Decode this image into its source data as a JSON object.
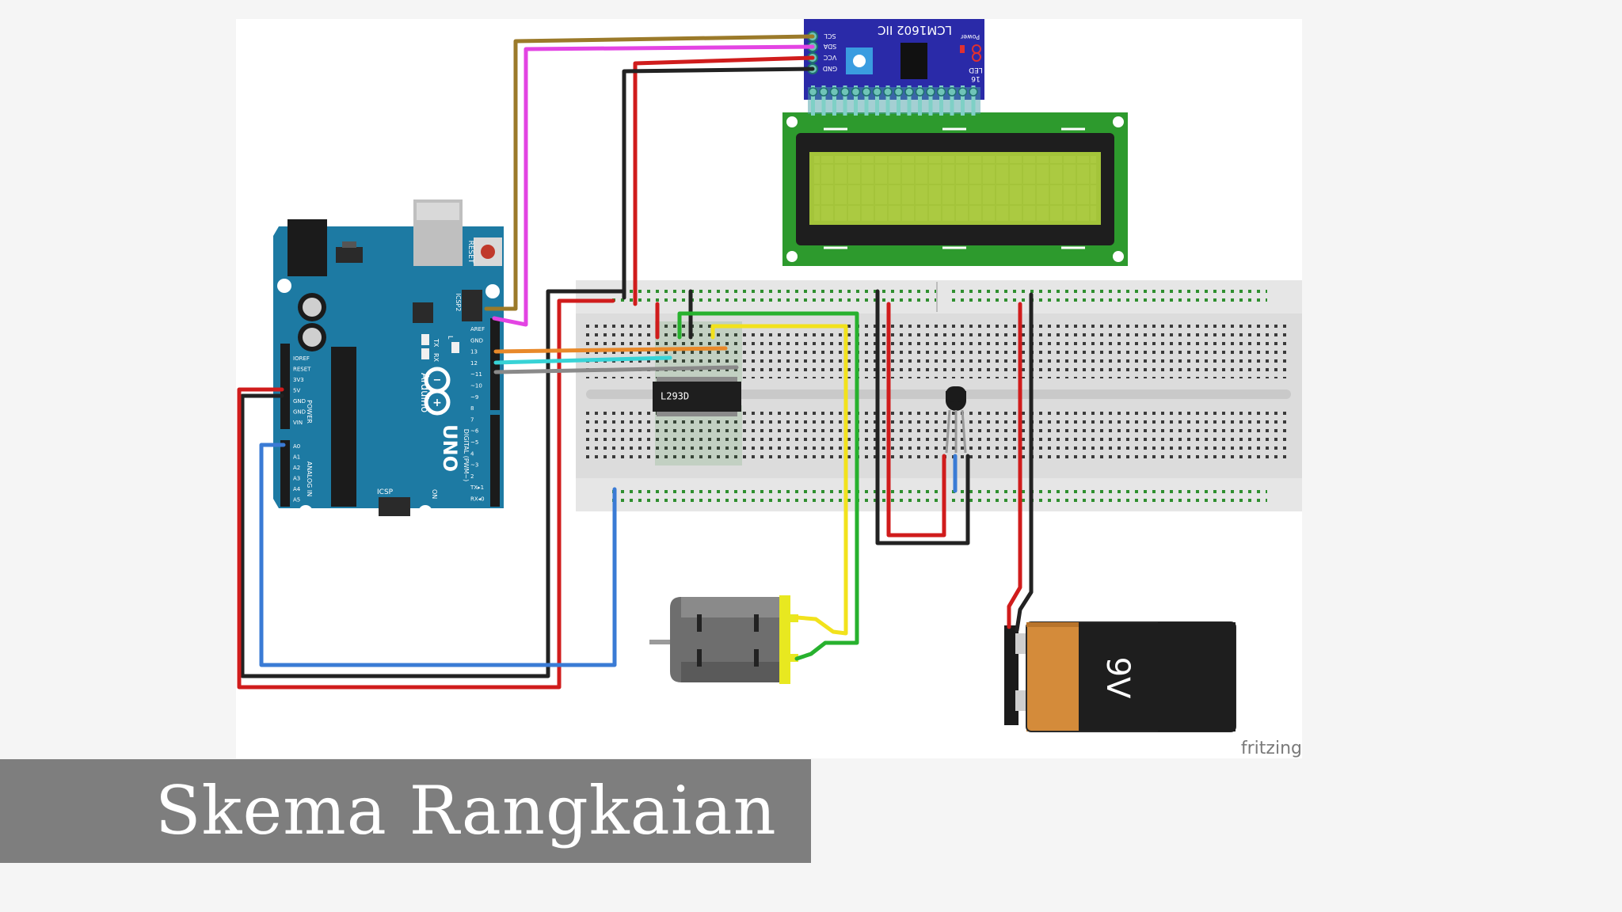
{
  "slide": {
    "title": "Skema Rangkaian",
    "watermark": "fritzing"
  },
  "components": {
    "lcd_i2c": {
      "label": "LCM1602 IIC",
      "pins": [
        "SCL",
        "SDA",
        "VCC",
        "GND"
      ],
      "power_label": "Power",
      "led_label": "LED",
      "num_label": "16"
    },
    "arduino": {
      "reset": "RESET",
      "icsp2": "ICSP2",
      "icsp": "ICSP",
      "brand": "Arduino",
      "model": "UNO",
      "tx": "TX",
      "rx": "RX",
      "l": "L",
      "on": "ON",
      "power_pins": [
        "IOREF",
        "RESET",
        "3V3",
        "5V",
        "GND",
        "GND",
        "VIN"
      ],
      "analog_pins": [
        "A0",
        "A1",
        "A2",
        "A3",
        "A4",
        "A5"
      ],
      "power_section": "POWER",
      "analog_section": "ANALOG IN",
      "digital_section": "DIGITAL (PWM~)",
      "digital_pins": [
        "AREF",
        "GND",
        "13",
        "12",
        "~11",
        "~10",
        "~9",
        "8",
        "7",
        "~6",
        "~5",
        "4",
        "~3",
        "2",
        "TX▸1",
        "RX◂0"
      ]
    },
    "driver_ic": {
      "label": "L293D"
    },
    "battery": {
      "label": "9V"
    }
  },
  "colors": {
    "wire_red": "#d01c1c",
    "wire_black": "#222222",
    "wire_brown": "#9b7a2a",
    "wire_magenta": "#e344e3",
    "wire_green": "#27b12e",
    "wire_yellow": "#f2e21c",
    "wire_blue": "#3a7bd5",
    "wire_orange": "#e8892a",
    "wire_cyan": "#37d3d6",
    "wire_gray": "#8a8a8a",
    "arduino_board": "#1d7aa3",
    "lcd_pcb": "#2d9a2d",
    "lcd_screen": "#a4c43a",
    "i2c_board": "#2a2aa8",
    "breadboard": "#dcdcdc"
  }
}
